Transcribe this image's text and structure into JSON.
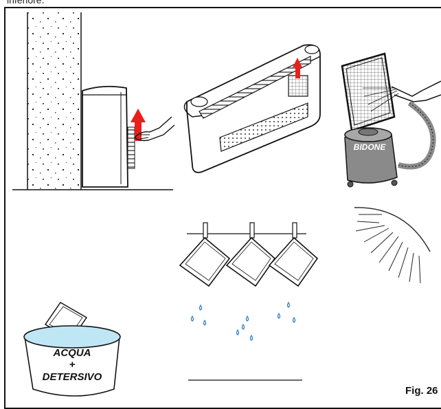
{
  "caption_fragment": "inferiore.",
  "figure_label": "Fig. 26",
  "vacuum_label": "BIDONE",
  "basin_text": {
    "line1": "ACQUA",
    "line2": "+",
    "line3": "DETERSIVO"
  },
  "colors": {
    "arrow": "#e8201c",
    "outline": "#111111",
    "vacuum_body": "#8a8a8a",
    "water": "#bfe6f5",
    "drops": "#2b7bbf"
  },
  "panels": [
    "wall-unit-filter-removal",
    "console-unit-filter-removal",
    "filter-vacuum-cleaning",
    "filter-washing-basin",
    "filters-drip-drying",
    "sun-drying"
  ]
}
